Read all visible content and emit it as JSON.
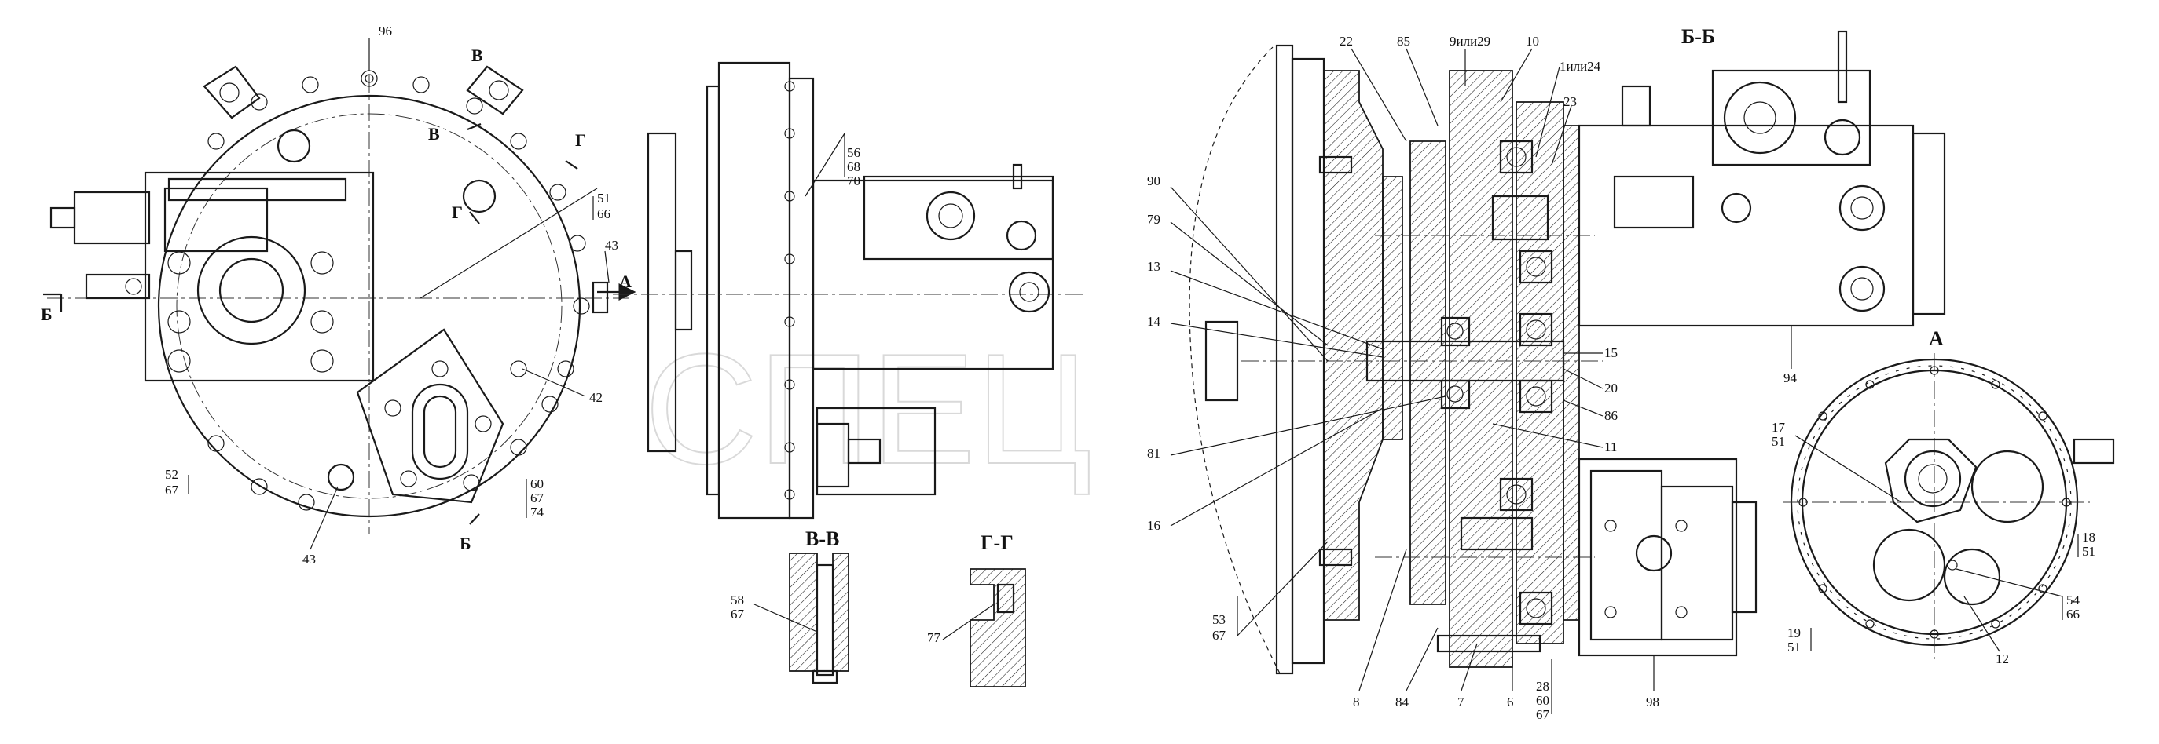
{
  "watermark": "СПЕЦ",
  "views": {
    "section_bb": "Б-Б",
    "section_vv": "В-В",
    "section_gg": "Г-Г",
    "view_a": "А"
  },
  "cut_marks": {
    "b": "Б",
    "v": "В",
    "g": "Г",
    "a": "А"
  },
  "callouts": {
    "front": [
      "96",
      "51\n66",
      "43",
      "42",
      "43",
      "52\n67",
      "60\n67\n74"
    ],
    "side": [
      "56\n68\n70"
    ],
    "vv": [
      "58\n67"
    ],
    "gg": [
      "77"
    ],
    "bb": [
      "22",
      "85",
      "9или29",
      "10",
      "1или24",
      "23",
      "90",
      "79",
      "13",
      "14",
      "15",
      "20",
      "86",
      "11",
      "81",
      "16",
      "53\n67",
      "8",
      "84",
      "7",
      "6",
      "28\n60\n67",
      "98",
      "94"
    ],
    "view_a": [
      "17\n51",
      "18\n51",
      "54\n66",
      "19\n51",
      "12"
    ]
  }
}
